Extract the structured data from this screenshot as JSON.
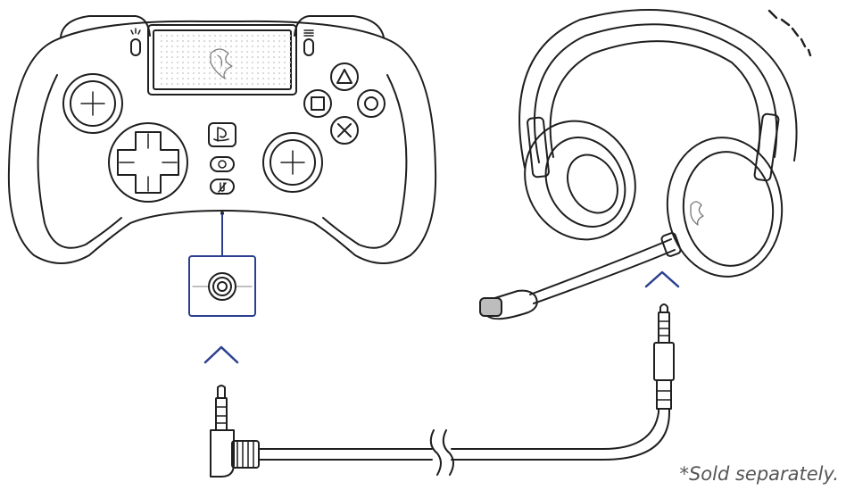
{
  "footnote": "*Sold separately.",
  "colors": {
    "line": "#1f1f1f",
    "accent": "#2a3f8f",
    "fill": "#ffffff",
    "grip": "#bdbdbd",
    "note": "#555555"
  },
  "icons": {
    "controller": "controller-illustration",
    "headset": "headset-illustration",
    "jack": "audio-jack-icon",
    "arrow": "up-chevron-icon",
    "cable": "audio-cable-illustration"
  }
}
